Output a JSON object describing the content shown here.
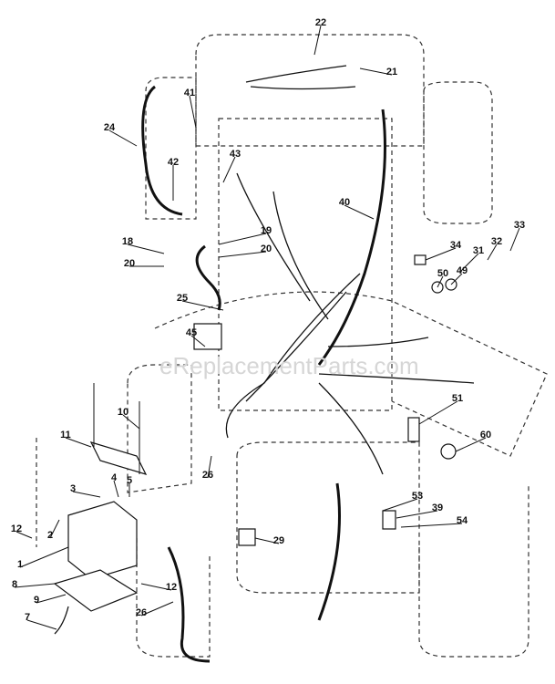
{
  "diagram": {
    "watermark": "eReplacementParts.com",
    "callouts": [
      "22",
      "21",
      "41",
      "24",
      "43",
      "42",
      "40",
      "18",
      "19",
      "20",
      "20",
      "25",
      "34",
      "33",
      "32",
      "31",
      "49",
      "50",
      "45",
      "10",
      "11",
      "51",
      "60",
      "3",
      "4",
      "5",
      "12",
      "2",
      "1",
      "8",
      "9",
      "7",
      "26",
      "12",
      "26",
      "29",
      "53",
      "39",
      "54"
    ]
  }
}
